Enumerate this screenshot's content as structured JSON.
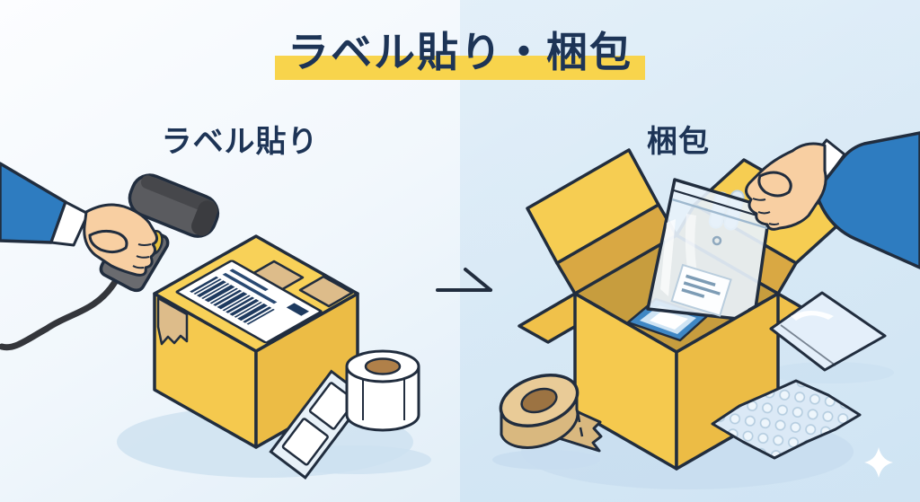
{
  "title": {
    "text": "ラベル貼り・梱包"
  },
  "sections": {
    "left": {
      "label": "ラベル貼り"
    },
    "right": {
      "label": "梱包"
    }
  },
  "arrow": {
    "icon": "arrow-right-icon",
    "direction": "left-to-right"
  },
  "illustrations": {
    "left_scene": [
      "scanner-hand-icon",
      "barcode-scanner-icon",
      "shipping-box-icon",
      "shipping-label-icon",
      "barcode-icon",
      "packing-tape-icon",
      "label-roll-icon"
    ],
    "right_scene": [
      "packing-hand-icon",
      "ziplock-bag-icon",
      "bag-label-icon",
      "open-box-icon",
      "inner-tray-icon",
      "tape-roll-icon",
      "poly-bag-icon",
      "bubble-wrap-icon",
      "sparkle-icon"
    ]
  },
  "colors": {
    "title_text": "#1d3456",
    "title_highlight": "#f8d44c",
    "background_left": "#f1f7fc",
    "background_right": "#d7e8f5",
    "outline_navy": "#212d3e",
    "box_yellow_top": "#f8d158",
    "box_yellow_left": "#f5c94e",
    "box_yellow_right": "#ecbc45",
    "box_inner_dark": "#c79d3e",
    "flap_shadow": "#d9a843",
    "tape_tan": "#ddbc8a",
    "tape_roll_tan": "#e9cb97",
    "tape_roll_core": "#9c7342",
    "label_roll_core": "#b08049",
    "sleeve_blue": "#2e7cc0",
    "cuff_white": "#ffffff",
    "skin": "#f8cfa2",
    "scanner_gray": "#5a5b5f",
    "trigger_yellow": "#e8c23c",
    "barcode_navy": "#1e3a5f",
    "tray_blue": "#3f87c4",
    "plastic_blue": "#e7f1fa",
    "shadow_blue": "#c8ddef",
    "sparkle_white": "#ffffff"
  }
}
